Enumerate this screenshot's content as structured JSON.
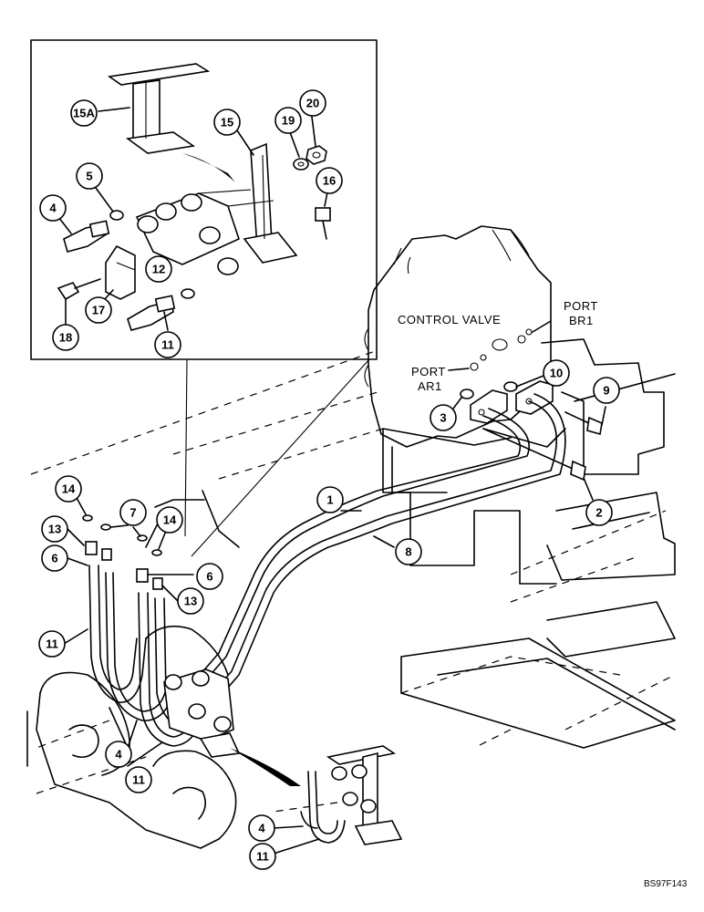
{
  "labels": {
    "control_valve": "CONTROL VALVE",
    "port_br1_line1": "PORT",
    "port_br1_line2": "BR1",
    "port_ar1_line1": "PORT",
    "port_ar1_line2": "AR1",
    "drawing_code": "BS97F143"
  },
  "callouts": [
    {
      "id": "c-15a-inset",
      "text": "15A"
    },
    {
      "id": "c-15-inset",
      "text": "15"
    },
    {
      "id": "c-19-inset",
      "text": "19"
    },
    {
      "id": "c-20-inset",
      "text": "20"
    },
    {
      "id": "c-5-inset",
      "text": "5"
    },
    {
      "id": "c-4-inset",
      "text": "4"
    },
    {
      "id": "c-16-inset",
      "text": "16"
    },
    {
      "id": "c-12-inset",
      "text": "12"
    },
    {
      "id": "c-18-inset",
      "text": "18"
    },
    {
      "id": "c-17-inset",
      "text": "17"
    },
    {
      "id": "c-11-inset",
      "text": "11"
    },
    {
      "id": "c-10",
      "text": "10"
    },
    {
      "id": "c-9",
      "text": "9"
    },
    {
      "id": "c-3",
      "text": "3"
    },
    {
      "id": "c-2",
      "text": "2"
    },
    {
      "id": "c-1",
      "text": "1"
    },
    {
      "id": "c-8",
      "text": "8"
    },
    {
      "id": "c-14-left",
      "text": "14"
    },
    {
      "id": "c-7",
      "text": "7"
    },
    {
      "id": "c-14-right",
      "text": "14"
    },
    {
      "id": "c-13-left",
      "text": "13"
    },
    {
      "id": "c-6-left",
      "text": "6"
    },
    {
      "id": "c-6-right",
      "text": "6"
    },
    {
      "id": "c-13-right",
      "text": "13"
    },
    {
      "id": "c-11-left",
      "text": "11"
    },
    {
      "id": "c-4-lower",
      "text": "4"
    },
    {
      "id": "c-11-lower",
      "text": "11"
    },
    {
      "id": "c-4-detail",
      "text": "4"
    },
    {
      "id": "c-11-detail",
      "text": "11"
    }
  ]
}
